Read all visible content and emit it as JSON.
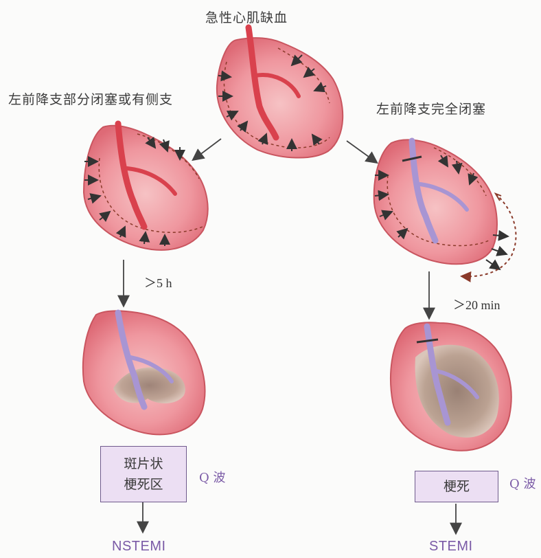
{
  "title": "急性心肌缺血",
  "branches": {
    "left": {
      "label": "左前降支部分闭塞或有侧支",
      "duration": "＞5 h",
      "box_lines": [
        "斑片状",
        "梗死区"
      ],
      "q_wave": "Q 波",
      "outcome": "NSTEMI"
    },
    "right": {
      "label": "左前降支完全闭塞",
      "duration": "＞20 min",
      "box_lines": [
        "梗死"
      ],
      "q_wave": "Q 波",
      "outcome": "STEMI"
    }
  },
  "colors": {
    "heart_fill": "#ec8a93",
    "heart_inner": "#f4b3b7",
    "artery_red": "#d9414d",
    "artery_purple": "#a895d3",
    "infarct": "#a59080",
    "arrow": "#444444",
    "dashed_brown": "#8a3a2a",
    "box_fill": "#ecdff3",
    "outcome_text": "#7a5aa6"
  }
}
